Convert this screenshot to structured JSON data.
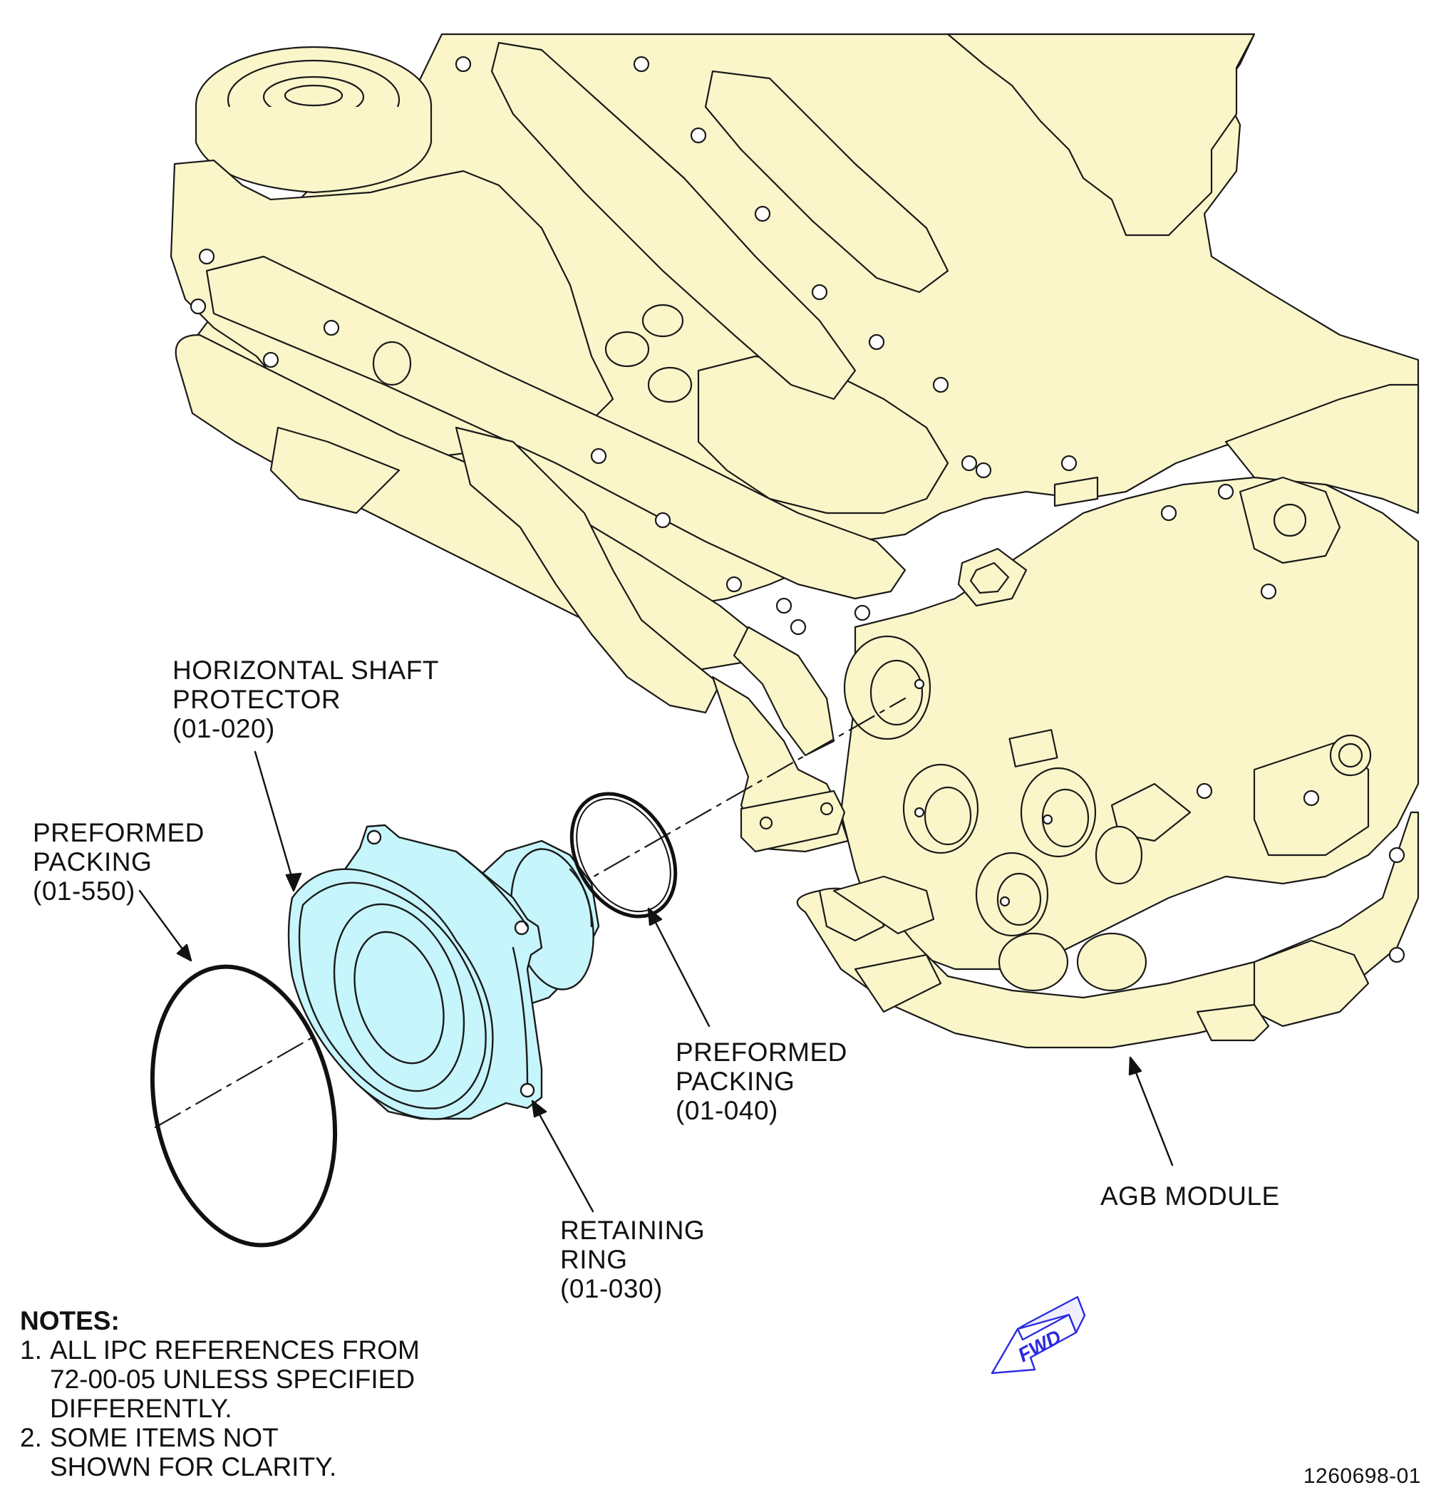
{
  "colors": {
    "engine_fill": "#fbf6c9",
    "engine_stroke": "#1a1a1a",
    "highlight_fill": "#c6f5fb",
    "fwd_arrow": "#2a2ae0",
    "text": "#111111"
  },
  "callouts": {
    "horizontal_shaft_protector": [
      "HORIZONTAL SHAFT",
      "PROTECTOR",
      "(01-020)"
    ],
    "preformed_packing_550": [
      "PREFORMED",
      "PACKING",
      "(01-550)"
    ],
    "preformed_packing_040": [
      "PREFORMED",
      "PACKING",
      "(01-040)"
    ],
    "retaining_ring": [
      "RETAINING",
      "RING",
      "(01-030)"
    ],
    "agb_module": [
      "AGB MODULE"
    ]
  },
  "notes": {
    "title": "NOTES:",
    "items": [
      {
        "number": "1.",
        "lines": [
          "ALL IPC REFERENCES FROM",
          "72-00-05 UNLESS SPECIFIED",
          "DIFFERENTLY."
        ]
      },
      {
        "number": "2.",
        "lines": [
          "SOME ITEMS NOT",
          "SHOWN FOR CLARITY."
        ]
      }
    ]
  },
  "fwd_label": "FWD",
  "figure_number": "1260698-01",
  "icons": [
    "fwd-arrow-icon"
  ]
}
